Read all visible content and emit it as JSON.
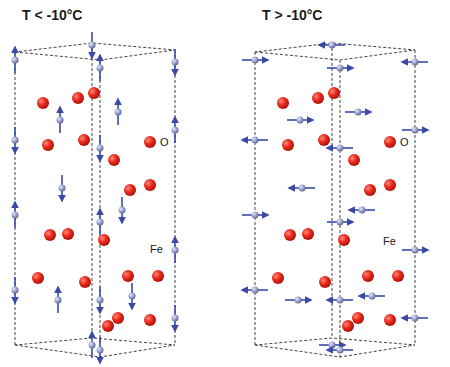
{
  "diagram": {
    "labels": [
      "T < -10°C",
      "T > -10°C",
      "O",
      "Fe",
      "O",
      "Fe"
    ]
  }
}
